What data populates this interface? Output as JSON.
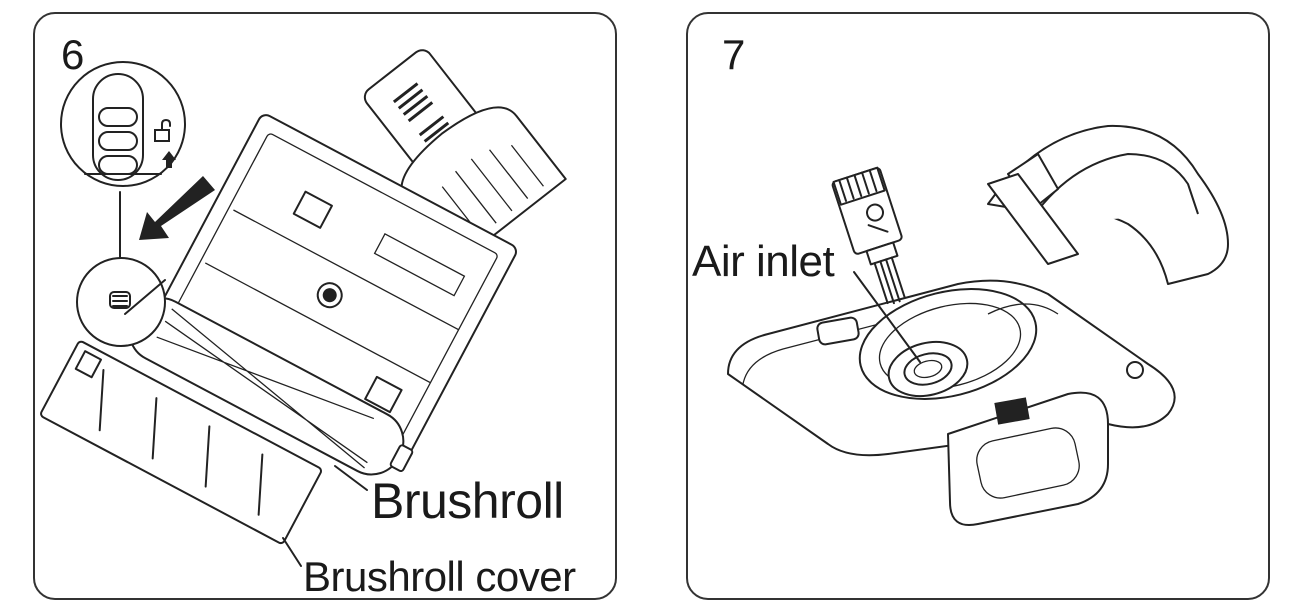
{
  "panels": [
    {
      "step": "6",
      "labels": {
        "brushroll": "Brushroll",
        "brushroll_cover": "Brushroll cover"
      },
      "icons": [
        "unlock-icon",
        "up-arrow-icon",
        "direction-arrow-icon"
      ]
    },
    {
      "step": "7",
      "labels": {
        "air_inlet": "Air inlet"
      },
      "icons": [
        "cleaning-brush-icon"
      ]
    }
  ],
  "colors": {
    "line": "#222222",
    "border": "#333333",
    "background": "#ffffff"
  }
}
